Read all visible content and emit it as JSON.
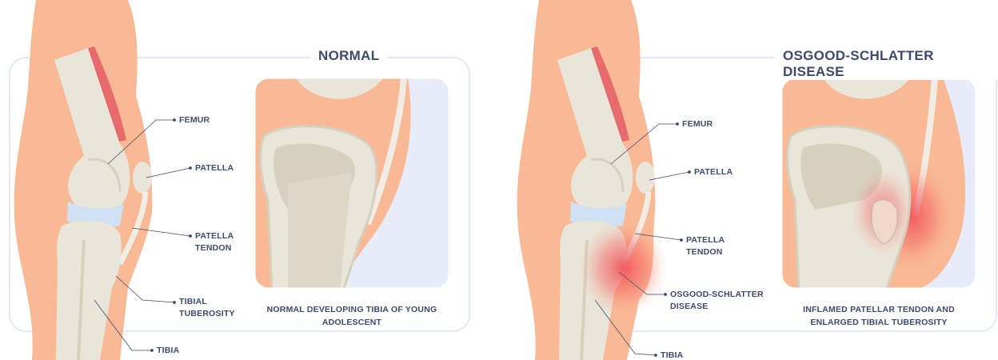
{
  "normal": {
    "heading": "NORMAL",
    "labels": {
      "femur": "FEMUR",
      "patella": "PATELLA",
      "patella_tendon_1": "PATELLA",
      "patella_tendon_2": "TENDON",
      "tibial_tuberosity_1": "TIBIAL",
      "tibial_tuberosity_2": "TUBEROSITY",
      "tibia": "TIBIA"
    },
    "caption_line1": "NORMAL DEVELOPING TIBIA OF YOUNG",
    "caption_line2": "ADOLESCENT"
  },
  "disease": {
    "heading": "OSGOOD-SCHLATTER DISEASE",
    "labels": {
      "femur": "FEMUR",
      "patella": "PATELLA",
      "patella_tendon_1": "PATELLA",
      "patella_tendon_2": "TENDON",
      "osgood_1": "OSGOOD-SCHLATTER",
      "osgood_2": "DISEASE",
      "tibia": "TIBIA"
    },
    "caption_line1": "INFLAMED PATELLAR TENDON AND",
    "caption_line2": "ENLARGED TIBIAL TUBEROSITY"
  },
  "colors": {
    "skin": "#f8b994",
    "bone": "#e9e5d8",
    "bone_shadow": "#d6d1bf",
    "cartilage": "#cfe1f3",
    "muscle": "#e76a6c",
    "frame": "#e4e9f5",
    "backdrop": "#e7ecf8",
    "text": "#3d4a6e",
    "inflammation": "#f2434b"
  }
}
